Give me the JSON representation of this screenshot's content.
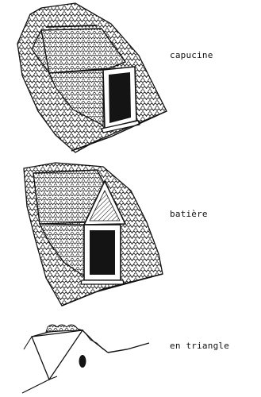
{
  "diagram": {
    "ink_color": "#111111",
    "paper_color": "#ffffff",
    "items": [
      {
        "label": "capucine",
        "illustration": "capucine-dormer-illustration"
      },
      {
        "label": "batière",
        "illustration": "batiere-dormer-illustration"
      },
      {
        "label": "en triangle",
        "illustration": "triangle-dormer-illustration"
      }
    ]
  }
}
